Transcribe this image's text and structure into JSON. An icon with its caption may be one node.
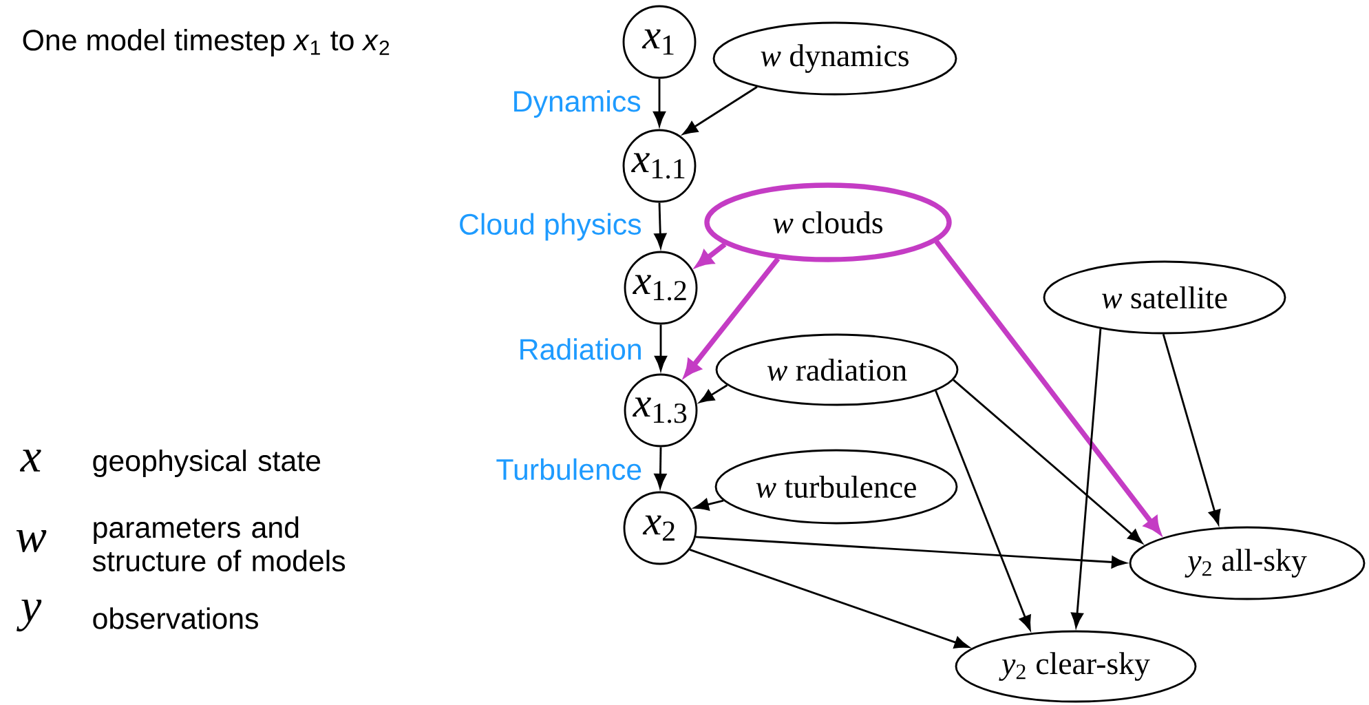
{
  "diagram": {
    "title": "One model timestep *x*$_{1}$ to *x*$_{2}$",
    "nodes": [
      {
        "text": [
          "*x*$_{1}$"
        ]
      },
      {
        "text": [
          "*w* dynamics"
        ]
      },
      {
        "text": [
          "*x*$_{1.1}$"
        ]
      },
      {
        "text": [
          "*w* clouds"
        ]
      },
      {
        "text": [
          "*x*$_{1.2}$"
        ]
      },
      {
        "text": [
          "*w* satellite"
        ]
      },
      {
        "text": [
          "*w* radiation"
        ]
      },
      {
        "text": [
          "*x*$_{1.3}$"
        ]
      },
      {
        "text": [
          "*w* turbulence"
        ]
      },
      {
        "text": [
          "*x*$_{2}$"
        ]
      },
      {
        "text": [
          "*y*$_{2}$ all-sky"
        ]
      },
      {
        "text": [
          "*y*$_{2}$ clear-sky"
        ]
      }
    ],
    "edges": [
      {
        "from": 0,
        "to": 2,
        "arrow": "to",
        "label": "Dynamics"
      },
      {
        "from": 1,
        "to": 2,
        "arrow": "to"
      },
      {
        "from": 2,
        "to": 4,
        "arrow": "to",
        "label": "Cloud physics"
      },
      {
        "from": 3,
        "to": 4,
        "arrow": "to",
        "style": "thick",
        "color": "#c43cc4"
      },
      {
        "from": 3,
        "to": 7,
        "arrow": "to",
        "style": "thick",
        "color": "#c43cc4"
      },
      {
        "from": 3,
        "to": 10,
        "arrow": "to",
        "style": "thick",
        "color": "#c43cc4"
      },
      {
        "from": 4,
        "to": 7,
        "arrow": "to",
        "label": "Radiation"
      },
      {
        "from": 6,
        "to": 7,
        "arrow": "to"
      },
      {
        "from": 6,
        "to": 10,
        "arrow": "to"
      },
      {
        "from": 6,
        "to": 11,
        "arrow": "to"
      },
      {
        "from": 5,
        "to": 10,
        "arrow": "to"
      },
      {
        "from": 5,
        "to": 11,
        "arrow": "to"
      },
      {
        "from": 7,
        "to": 9,
        "arrow": "to",
        "label": "Turbulence"
      },
      {
        "from": 8,
        "to": 9,
        "arrow": "to"
      },
      {
        "from": 9,
        "to": 10,
        "arrow": "to"
      },
      {
        "from": 9,
        "to": 11,
        "arrow": "to"
      }
    ],
    "labels": [
      "x",
      "geophysical state",
      "w",
      "parameters and structure of models",
      "y",
      "observations"
    ]
  }
}
